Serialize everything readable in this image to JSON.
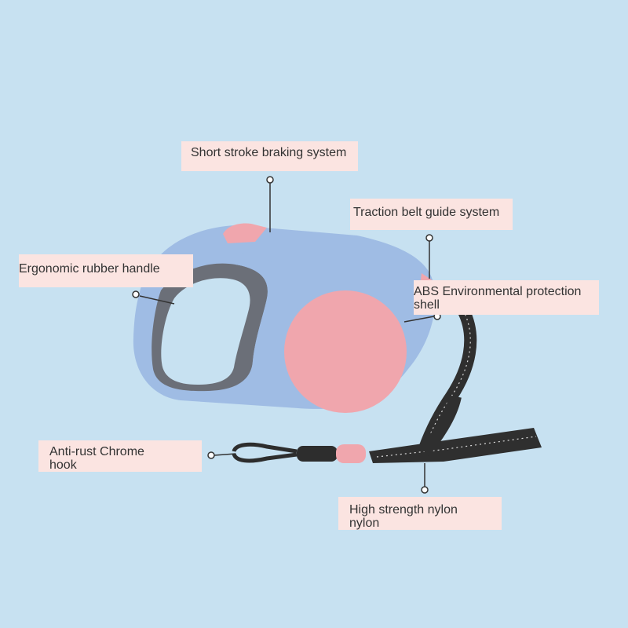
{
  "colors": {
    "background": "#c7e1f1",
    "label_bg": "#fbe4e1",
    "label_text": "#333333",
    "body_blue": "#9fbce4",
    "grip_gray": "#6b6f78",
    "accent_pink": "#f0a6ad",
    "strap": "#2f2f2f",
    "leader_line": "#333333"
  },
  "labels": {
    "braking": "Short stroke braking system",
    "traction": "Traction belt guide system",
    "handle": "Ergonomic rubber handle",
    "shell_line1": "ABS Environmental protection",
    "shell_line2": "shell",
    "hook_line1": "Anti-rust Chrome",
    "hook_line2": "hook",
    "nylon_line1": "High strength nylon",
    "nylon_line2": "nylon"
  }
}
